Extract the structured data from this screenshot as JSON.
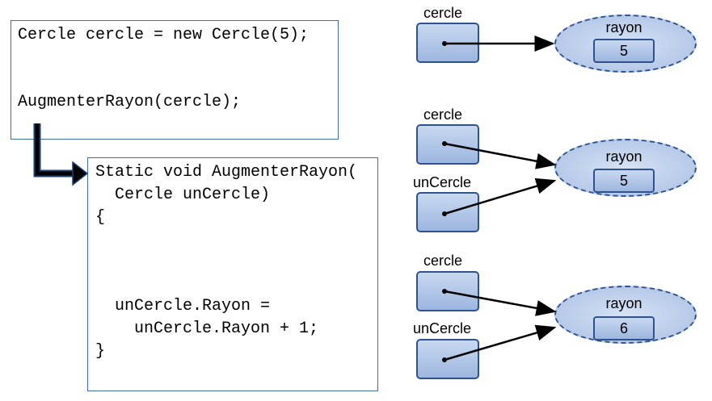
{
  "code_call": {
    "line1": "Cercle cercle = new Cercle(5);",
    "line2": "AugmenterRayon(cercle);"
  },
  "code_method": {
    "line1": "Static void AugmenterRayon(",
    "line2": "  Cercle unCercle)",
    "line3": "{",
    "line4": "  unCercle.Rayon =",
    "line5": "    unCercle.Rayon + 1;",
    "line6": "}"
  },
  "state1": {
    "ref_label": "cercle",
    "field_label": "rayon",
    "field_value": "5"
  },
  "state2": {
    "ref1_label": "cercle",
    "ref2_label": "unCercle",
    "field_label": "rayon",
    "field_value": "5"
  },
  "state3": {
    "ref1_label": "cercle",
    "ref2_label": "unCercle",
    "field_label": "rayon",
    "field_value": "6"
  }
}
